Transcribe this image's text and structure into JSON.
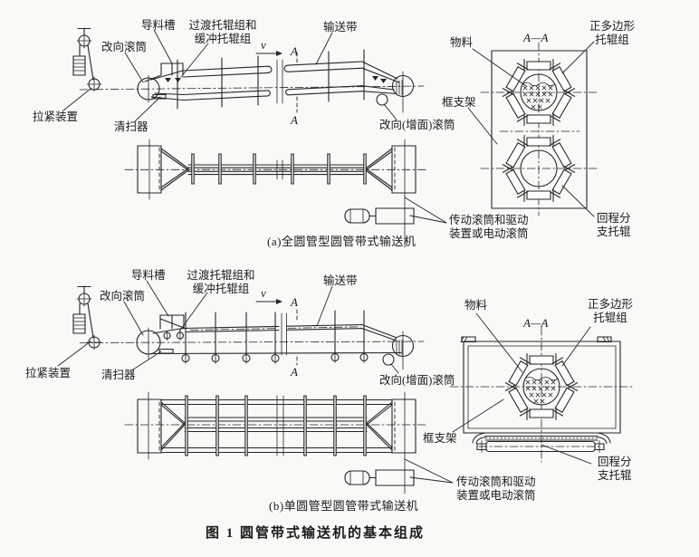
{
  "page": {
    "paper_color": "#faf9f5",
    "ink_color": "#262626"
  },
  "figure_title": "图 1  圆管带式输送机的基本组成",
  "diagram_a": {
    "caption": "(a)全圆管型圆管带式输送机",
    "labels": {
      "guide_chute": "导料槽",
      "transition_idler_1": "过渡托辊组和",
      "transition_idler_2": "缓冲托辊组",
      "belt": "输送带",
      "bend_pulley": "改向滚筒",
      "velocity": "v",
      "section_mark_top": "A",
      "section_mark_bottom": "A",
      "tension_device": "拉紧装置",
      "cleaner": "清扫器",
      "bend_surface_pulley": "改向(增面)滚筒",
      "section_title": "A—A",
      "material": "物料",
      "polygon_idler_1": "正多边形",
      "polygon_idler_2": "托辊组",
      "frame_support": "框支架",
      "drive_1": "传动滚筒和驱动",
      "drive_2": "装置或电动滚筒",
      "return_idler_1": "回程分",
      "return_idler_2": "支托辊"
    }
  },
  "diagram_b": {
    "caption": "(b)单圆管型圆管带式输送机",
    "labels": {
      "guide_chute": "导料槽",
      "transition_idler_1": "过渡托辊组和",
      "transition_idler_2": "缓冲托辊组",
      "belt": "输送带",
      "bend_pulley": "改向滚筒",
      "velocity": "v",
      "section_mark_top": "A",
      "section_mark_bottom": "A",
      "tension_device": "拉紧装置",
      "cleaner": "清扫器",
      "bend_surface_pulley": "改向(增面)滚筒",
      "section_title": "A—A",
      "material": "物料",
      "polygon_idler_1": "正多边形",
      "polygon_idler_2": "托辊组",
      "frame_support": "框支架",
      "drive_1": "传动滚筒和驱动",
      "drive_2": "装置或电动滚筒",
      "return_idler_1": "回程分",
      "return_idler_2": "支托辊"
    }
  }
}
